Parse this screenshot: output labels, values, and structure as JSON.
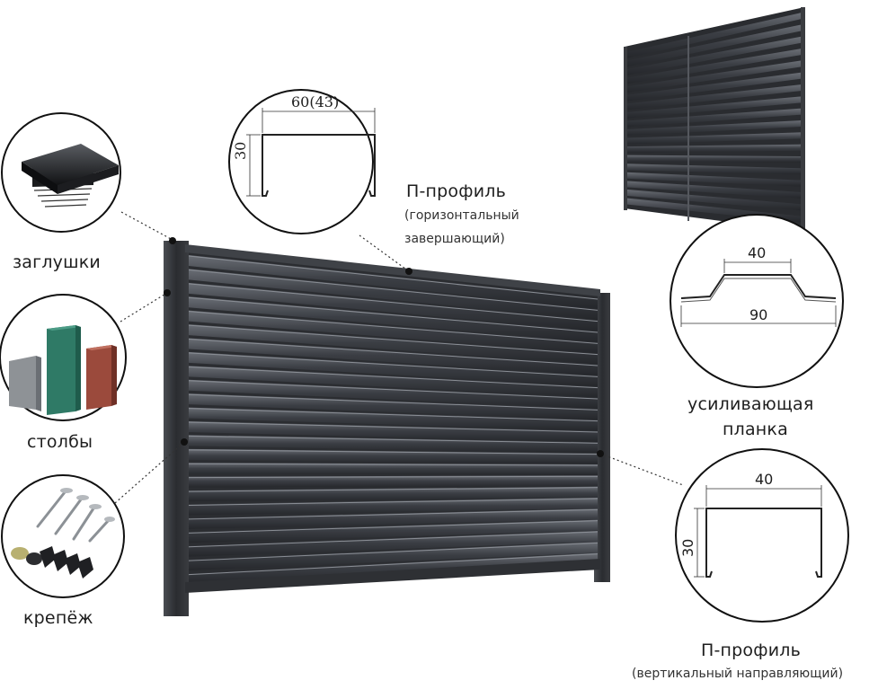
{
  "labels": {
    "caps": "заглушки",
    "posts": "столбы",
    "fasteners": "крепёж",
    "p_profile_top": "П-профиль",
    "p_profile_top_note1": "(горизонтальный",
    "p_profile_top_note2": "завершающий)",
    "reinforcing_1": "усиливающая",
    "reinforcing_2": "планка",
    "p_profile_bottom": "П-профиль",
    "p_profile_bottom_note": "(вертикальный направляющий)"
  },
  "dimensions": {
    "top_profile_width": "60(43)",
    "top_profile_height": "30",
    "reinforcing_top": "40",
    "reinforcing_bottom": "90",
    "bottom_profile_width": "40",
    "bottom_profile_height": "30"
  },
  "colors": {
    "panel": "#3a3d42",
    "slat_light": "#5b5f66",
    "post": "#2e3034",
    "post_green": "#2f7a66",
    "post_red": "#9b4a3c",
    "post_grey": "#8e9296"
  }
}
